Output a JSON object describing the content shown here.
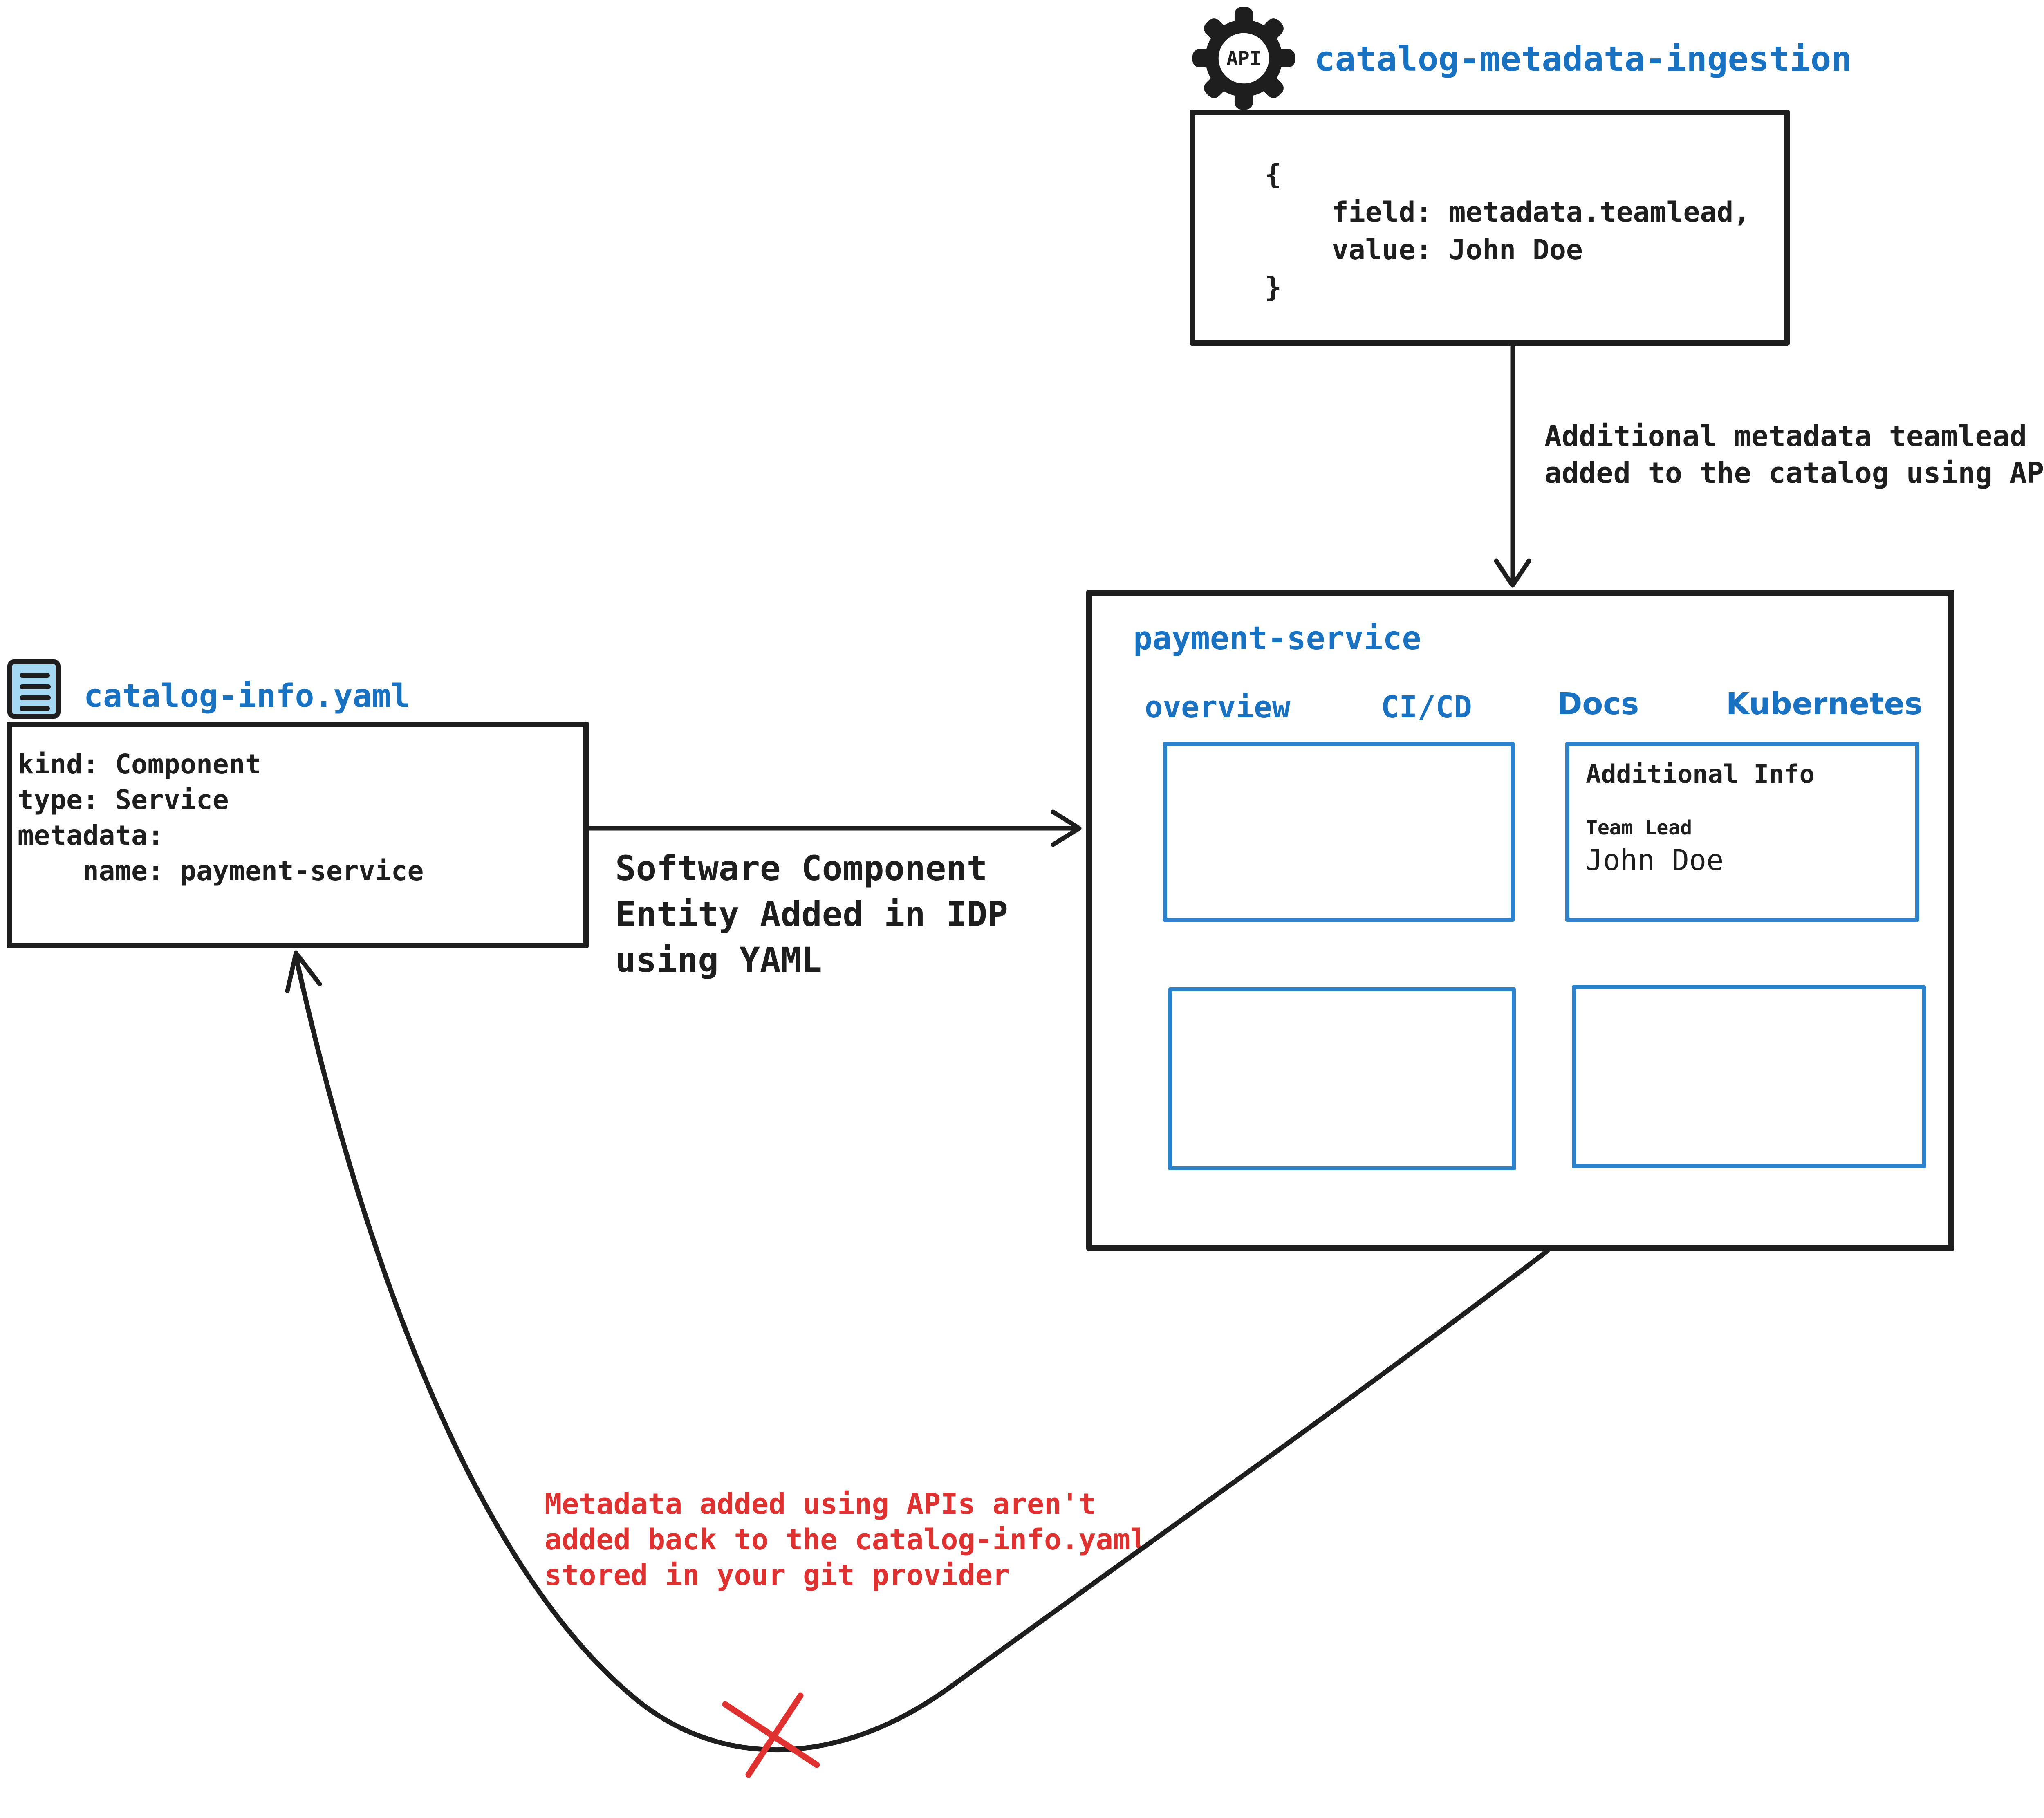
{
  "colors": {
    "ink": "#1e1e1e",
    "blue_text": "#1971c2",
    "panel_border": "#2b83d0",
    "warning_red": "#e03131",
    "doc_icon_fill": "#a5d8f3"
  },
  "api_box": {
    "icon": "api-gear-icon",
    "icon_label": "API",
    "title": "catalog-metadata-ingestion",
    "code_lines": [
      "{",
      "    field: metadata.teamlead,",
      "    value: John Doe",
      "}"
    ]
  },
  "ingest_label": {
    "lines": [
      "Additional metadata teamlead",
      "added to the catalog using APIs"
    ]
  },
  "payment_panel": {
    "title": "payment-service",
    "tabs": [
      "overview",
      "CI/CD",
      "Docs",
      "Kubernetes"
    ],
    "additional_info": {
      "heading": "Additional Info",
      "field_label": "Team Lead",
      "field_value": "John Doe"
    }
  },
  "yaml_file": {
    "icon": "document-lines-icon",
    "title": "catalog-info.yaml",
    "lines": [
      "kind: Component",
      "type: Service",
      "metadata:",
      "    name: payment-service"
    ]
  },
  "yaml_label": {
    "lines": [
      "Software Component",
      "Entity Added in IDP",
      "using YAML"
    ]
  },
  "warning": {
    "lines": [
      "Metadata added using APIs aren't",
      "added back to the catalog-info.yaml",
      "stored in your git provider"
    ]
  }
}
